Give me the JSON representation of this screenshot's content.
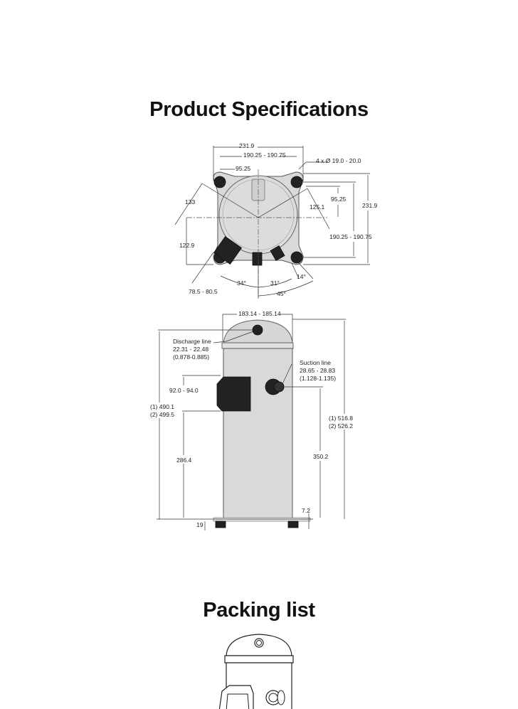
{
  "sections": {
    "specs_title": "Product Specifications",
    "packing_title": "Packing list"
  },
  "top_view": {
    "width_overall": "231.9",
    "mount_spacing_x": "190.25 - 190.75",
    "half_spacing_x": "95.25",
    "holes": "4 x Ø 19.0 - 20.0",
    "radius_133": "133",
    "half_spacing_y": "95.25",
    "radius_125": "125.1",
    "height_overall": "231.9",
    "dist_122": "122.9",
    "mount_spacing_y": "190.25 - 190.75",
    "dist_78": "78.5 - 80.5",
    "angle_34": "34°",
    "angle_31": "31°",
    "angle_14": "14°",
    "angle_45": "45°"
  },
  "side_view": {
    "dome_width": "183.14 - 185.14",
    "discharge_label": "Discharge line",
    "discharge_mm": "22.31 - 22.48",
    "discharge_in": "(0.878-0.885)",
    "suction_label": "Suction line",
    "suction_mm": "28.65 - 28.83",
    "suction_in": "(1.128-1.135)",
    "box_height": "92.0 - 94.0",
    "height_1": "(1) 490.1",
    "height_2": "(2) 499.5",
    "total_1": "(1) 516.8",
    "total_2": "(2) 526.2",
    "box_base": "286.4",
    "suction_height": "350.2",
    "foot_7": "7.2",
    "foot_19": "19"
  }
}
